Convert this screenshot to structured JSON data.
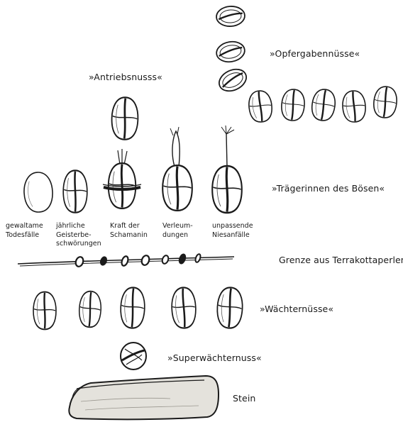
{
  "labels": {
    "opfergaben": "»Opfergabennüsse«",
    "antriebs": "»Antriebsnusss«",
    "traegerinnen": "»Trägerinnen des Bösen«",
    "grenze": "Grenze aus Terrakottaperlen",
    "waechter": "»Wächternüsse«",
    "superwaechter": "»Superwächternuss«",
    "stein": "Stein"
  },
  "captions": {
    "c1": "gewaltame\nTodesfälle",
    "c2": "jährliche\nGeisterbe-\nschwörungen",
    "c3": "Kraft der\nSchamanin",
    "c4": "Verleum-\ndungen",
    "c5": "unpassende\nNiesanfälle"
  },
  "colors": {
    "ink": "#1a1a1a",
    "stone": "#e4e2dc",
    "background": "#ffffff"
  }
}
